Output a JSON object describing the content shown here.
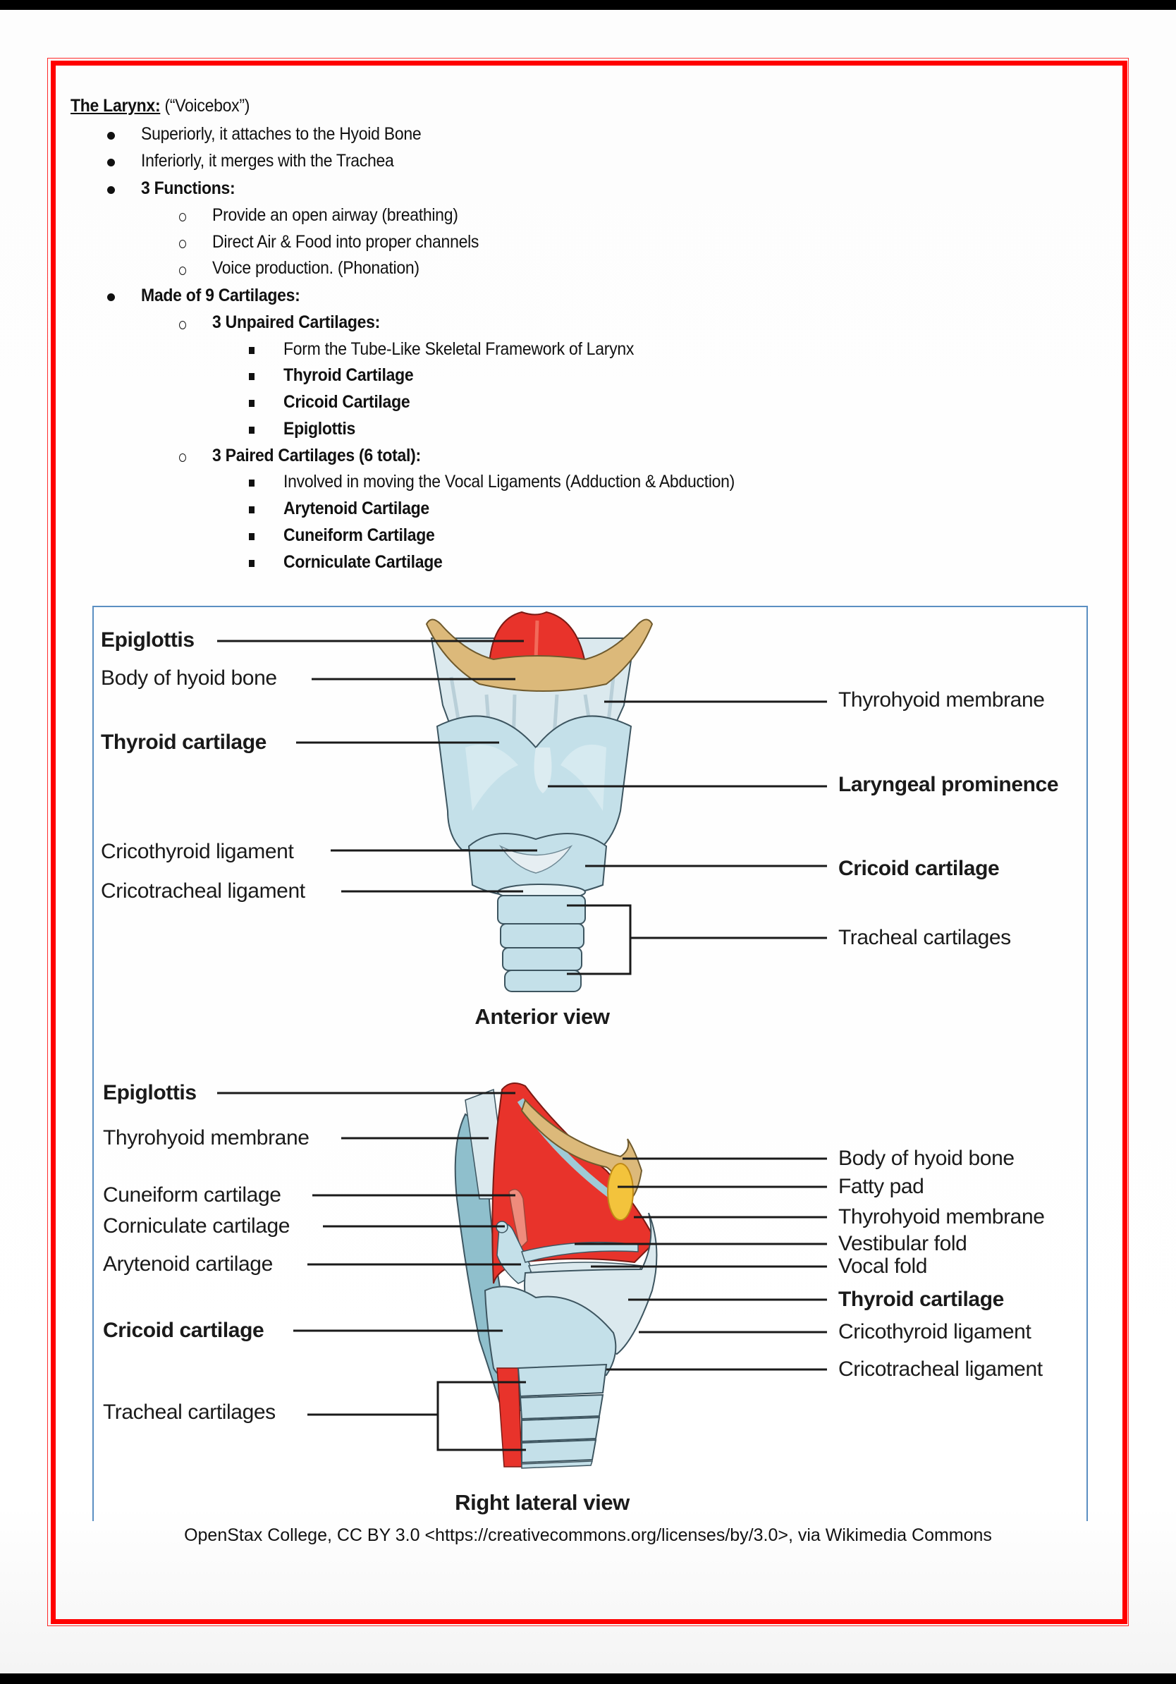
{
  "document": {
    "title": {
      "heading": "The Larynx:",
      "subtitle": "(“Voicebox”)"
    },
    "bullets": [
      {
        "text": "Superiorly, it attaches to the Hyoid Bone",
        "bold": false
      },
      {
        "text": "Inferiorly, it merges with the Trachea",
        "bold": false
      },
      {
        "text": "3 Functions:",
        "bold": true
      },
      {
        "text": "Made of 9 Cartilages:",
        "bold": true
      }
    ],
    "functions": [
      "Provide an open airway (breathing)",
      "Direct Air & Food into proper channels",
      "Voice production. (Phonation)"
    ],
    "cartilage_groups": [
      {
        "label": "3 Unpaired Cartilages:",
        "items": [
          {
            "text": "Form the Tube-Like Skeletal Framework of Larynx",
            "bold": false
          },
          {
            "text": "Thyroid Cartilage",
            "bold": true
          },
          {
            "text": "Cricoid Cartilage",
            "bold": true
          },
          {
            "text": "Epiglottis",
            "bold": true
          }
        ]
      },
      {
        "label": "3 Paired Cartilages (6 total):",
        "items": [
          {
            "text": "Involved in moving the Vocal Ligaments (Adduction & Abduction)",
            "bold": false
          },
          {
            "text": "Arytenoid Cartilage",
            "bold": true
          },
          {
            "text": "Cuneiform Cartilage",
            "bold": true
          },
          {
            "text": "Corniculate Cartilage",
            "bold": true
          }
        ]
      }
    ]
  },
  "figure": {
    "anterior": {
      "caption": "Anterior view",
      "left_labels": [
        {
          "text": "Epiglottis",
          "bold": true
        },
        {
          "text": "Body of hyoid bone",
          "bold": false
        },
        {
          "text": "Thyroid cartilage",
          "bold": true
        },
        {
          "text": "Cricothyroid ligament",
          "bold": false
        },
        {
          "text": "Cricotracheal ligament",
          "bold": false
        }
      ],
      "right_labels": [
        {
          "text": "Thyrohyoid membrane",
          "bold": false
        },
        {
          "text": "Laryngeal prominence",
          "bold": true
        },
        {
          "text": "Cricoid cartilage",
          "bold": true
        },
        {
          "text": "Tracheal cartilages",
          "bold": false
        }
      ]
    },
    "lateral": {
      "caption": "Right lateral view",
      "left_labels": [
        {
          "text": "Epiglottis",
          "bold": true
        },
        {
          "text": "Thyrohyoid membrane",
          "bold": false
        },
        {
          "text": "Cuneiform cartilage",
          "bold": false
        },
        {
          "text": "Corniculate cartilage",
          "bold": false
        },
        {
          "text": "Arytenoid cartilage",
          "bold": false
        },
        {
          "text": "Cricoid cartilage",
          "bold": true
        },
        {
          "text": "Tracheal cartilages",
          "bold": false
        }
      ],
      "right_labels": [
        {
          "text": "Body of hyoid bone",
          "bold": false
        },
        {
          "text": "Fatty pad",
          "bold": false
        },
        {
          "text": "Thyrohyoid membrane",
          "bold": false
        },
        {
          "text": "Vestibular fold",
          "bold": false
        },
        {
          "text": "Vocal fold",
          "bold": false
        },
        {
          "text": "Thyroid cartilage",
          "bold": true
        },
        {
          "text": "Cricothyroid ligament",
          "bold": false
        },
        {
          "text": "Cricotracheal ligament",
          "bold": false
        }
      ]
    },
    "attribution": "OpenStax College, CC BY 3.0 <https://creativecommons.org/licenses/by/3.0>, via Wikimedia Commons"
  },
  "colors": {
    "page_border": "#ff0000",
    "figure_frame": "#5b8fc2",
    "epiglottis_red": "#e8332b",
    "hyoid_tan": "#dcb97a",
    "cartilage_blue": "#c4e0e9",
    "fatty_pad": "#f3c33c"
  }
}
